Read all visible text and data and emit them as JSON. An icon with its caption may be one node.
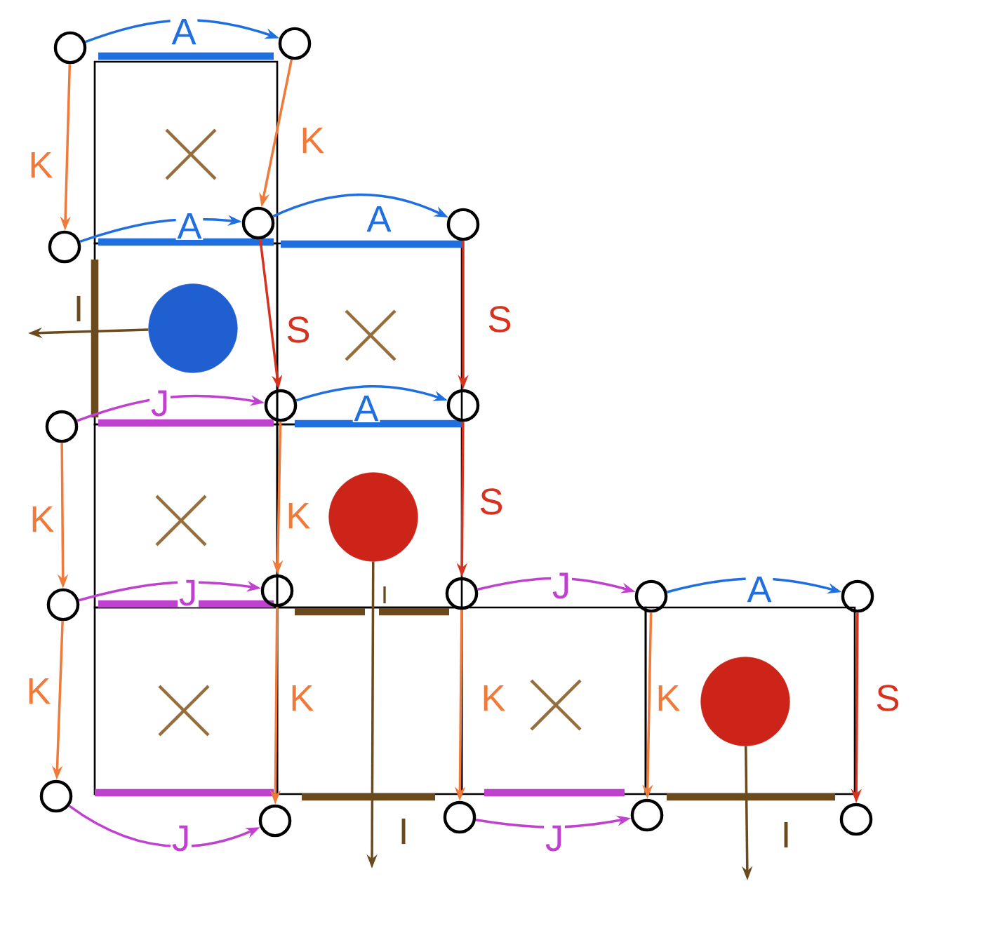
{
  "diagram": {
    "nodes": [
      {
        "text": [],
        "shape": "circle"
      },
      {
        "text": [],
        "shape": "circle"
      },
      {
        "text": [],
        "shape": "circle"
      },
      {
        "text": [],
        "shape": "circle"
      },
      {
        "text": [],
        "shape": "circle"
      },
      {
        "text": [],
        "shape": "circle"
      },
      {
        "text": [],
        "shape": "circle"
      },
      {
        "text": [],
        "shape": "circle"
      },
      {
        "text": [],
        "shape": "circle"
      },
      {
        "text": [],
        "shape": "circle"
      },
      {
        "text": [],
        "shape": "circle"
      },
      {
        "text": [],
        "shape": "circle"
      },
      {
        "text": [],
        "shape": "circle"
      },
      {
        "text": [],
        "shape": "circle"
      },
      {
        "text": [],
        "shape": "circle"
      },
      {
        "text": [],
        "shape": "circle"
      },
      {
        "text": [],
        "shape": "circle"
      },
      {
        "text": [],
        "shape": "circle"
      },
      {
        "text": [],
        "shape": "circle"
      },
      {
        "text": [],
        "shape": "circle"
      },
      {
        "text": [],
        "shape": "circle"
      }
    ],
    "edges": [
      {
        "from": 0,
        "to": 1,
        "arrow": "to",
        "label": "A",
        "color": "#1f6fe0"
      },
      {
        "from": 0,
        "to": 2,
        "arrow": "to",
        "label": "K",
        "color": "#f07a3a"
      },
      {
        "from": 1,
        "to": 3,
        "arrow": "to",
        "label": "K",
        "color": "#f07a3a"
      },
      {
        "from": 2,
        "to": 3,
        "arrow": "to",
        "label": "A",
        "color": "#1f6fe0"
      },
      {
        "from": 3,
        "to": 4,
        "arrow": "to",
        "label": "A",
        "color": "#1f6fe0"
      },
      {
        "from": 3,
        "to": 6,
        "arrow": "to",
        "label": "S",
        "color": "#d8321e"
      },
      {
        "from": 4,
        "to": 7,
        "arrow": "to",
        "label": "S",
        "color": "#d8321e"
      },
      {
        "from": 5,
        "to": 6,
        "arrow": "to",
        "label": "J",
        "color": "#c040d0"
      },
      {
        "from": 6,
        "to": 7,
        "arrow": "to",
        "label": "A",
        "color": "#1f6fe0"
      },
      {
        "from": 7,
        "to": 10,
        "arrow": "to",
        "label": "S",
        "color": "#d8321e"
      },
      {
        "from": 5,
        "to": 8,
        "arrow": "to",
        "label": "K",
        "color": "#f07a3a"
      },
      {
        "from": 6,
        "to": 9,
        "arrow": "to",
        "label": "K",
        "color": "#f07a3a"
      },
      {
        "from": 8,
        "to": 9,
        "arrow": "to",
        "label": "J",
        "color": "#c040d0"
      },
      {
        "from": 10,
        "to": 11,
        "arrow": "to",
        "label": "J",
        "color": "#c040d0"
      },
      {
        "from": 11,
        "to": 12,
        "arrow": "to",
        "label": "A",
        "color": "#1f6fe0"
      },
      {
        "from": 8,
        "to": 13,
        "arrow": "to",
        "label": "K",
        "color": "#f07a3a"
      },
      {
        "from": 9,
        "to": 14,
        "arrow": "to",
        "label": "K",
        "color": "#f07a3a"
      },
      {
        "from": 10,
        "to": 15,
        "arrow": "to",
        "label": "K",
        "color": "#f07a3a"
      },
      {
        "from": 11,
        "to": 16,
        "arrow": "to",
        "label": "K",
        "color": "#f07a3a"
      },
      {
        "from": 12,
        "to": 17,
        "arrow": "to",
        "label": "S",
        "color": "#d8321e"
      },
      {
        "from": 13,
        "to": 14,
        "arrow": "to",
        "label": "J",
        "color": "#c040d0"
      },
      {
        "from": 15,
        "to": 16,
        "arrow": "to",
        "label": "J",
        "color": "#c040d0"
      },
      {
        "from": 18,
        "to": null,
        "arrow": "to",
        "label": "I",
        "color": "#6b4a1e"
      },
      {
        "from": 19,
        "to": null,
        "arrow": "to",
        "label": "I",
        "color": "#6b4a1e"
      },
      {
        "from": 20,
        "to": null,
        "arrow": "to",
        "label": "I",
        "color": "#6b4a1e"
      }
    ],
    "labels": [
      "I"
    ]
  }
}
